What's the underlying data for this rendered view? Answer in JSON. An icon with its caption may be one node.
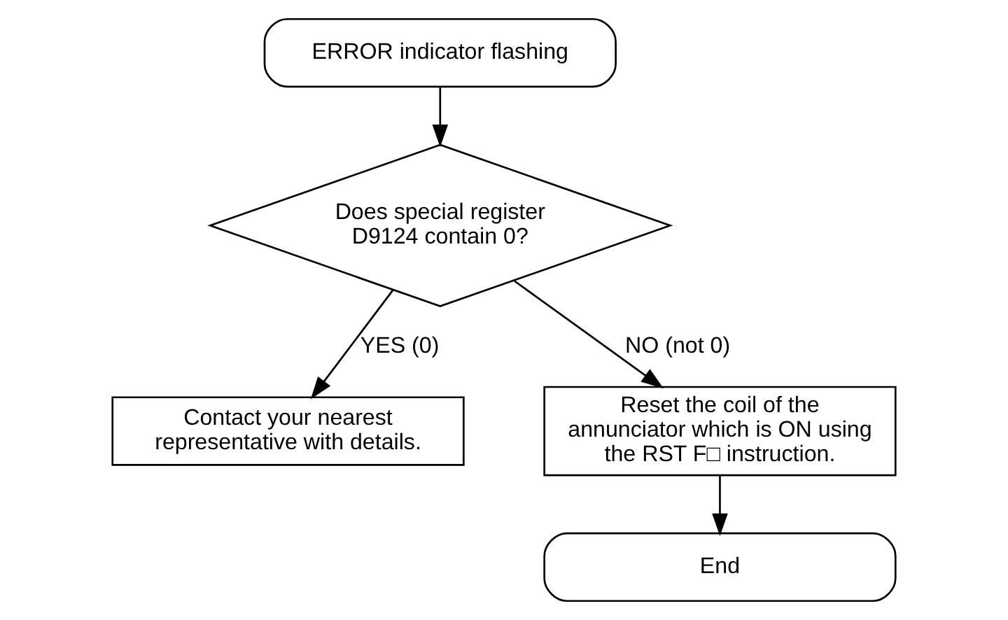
{
  "diagram": {
    "nodes": [
      {
        "text": [
          "ERROR indicator flashing"
        ]
      },
      {
        "text": [
          "Does special register D9124 contain 0?"
        ]
      },
      {
        "text": [
          "Contact your nearest representative with details."
        ]
      },
      {
        "text": [
          "Reset the coil of the annunciator which is ON using the RST F□ instruction."
        ]
      },
      {
        "text": [
          "End"
        ]
      }
    ],
    "edges": [
      {
        "from": 0,
        "to": 1,
        "arrow": "to"
      },
      {
        "from": 1,
        "to": 2,
        "arrow": "to",
        "label": "YES (0)"
      },
      {
        "from": 1,
        "to": 3,
        "arrow": "to",
        "label": "NO (not 0)"
      },
      {
        "from": 3,
        "to": 4,
        "arrow": "to"
      }
    ]
  }
}
